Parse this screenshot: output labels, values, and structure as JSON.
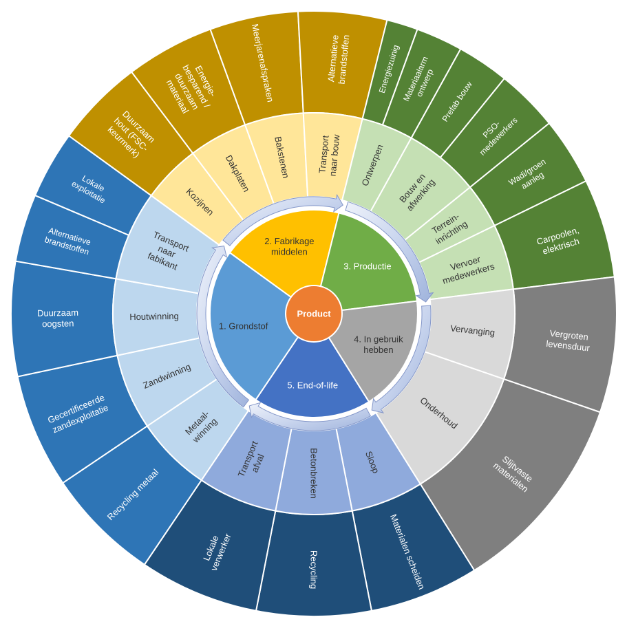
{
  "center": {
    "label": "Product",
    "color": "#ED7D31"
  },
  "phases": [
    {
      "label": "1. Grondstof",
      "colors": {
        "inner": "#5B9BD5",
        "middle": "#BDD7EE",
        "outer": "#2E75B6",
        "outer_text": "#ffffff",
        "mid_text": "#333333"
      },
      "activities": [
        {
          "label": "Metaal-\nwinning",
          "measures": [
            "Recycling metaal"
          ]
        },
        {
          "label": "Zandwinning",
          "measures": [
            "Gecertificeerde\nzandexploitatie"
          ]
        },
        {
          "label": "Houtwinning",
          "measures": [
            "Duurzaam\noogsten"
          ]
        },
        {
          "label": "Transport\nnaar\nfabikant",
          "measures": [
            "Alternatieve\nbrandstoffen",
            "Lokale\nexploitatie"
          ]
        }
      ]
    },
    {
      "label": "2. Fabrikage\nmiddelen",
      "colors": {
        "inner": "#FFC000",
        "middle": "#FFE699",
        "outer": "#BF9000",
        "outer_text": "#ffffff",
        "mid_text": "#333333"
      },
      "activities": [
        {
          "label": "Kozijnen",
          "measures": [
            "Duurzaam\nhout (FSC-\nkeurmerk)"
          ]
        },
        {
          "label": "Dakplaten",
          "measures": [
            "Energie-\nbesparend /\nduurzaam\nmateriaal"
          ]
        },
        {
          "label": "Bakstenen",
          "measures": [
            "Meerjarenafspraken"
          ]
        },
        {
          "label": "Transport\nnaar bouw",
          "measures": [
            "Alternatieve\nbrandstoffen"
          ]
        }
      ]
    },
    {
      "label": "3. Productie",
      "colors": {
        "inner": "#70AD47",
        "middle": "#C5E0B4",
        "outer": "#548235",
        "outer_text": "#ffffff",
        "mid_text": "#333333"
      },
      "activities": [
        {
          "label": "Ontwerpen",
          "measures": [
            "Energiezuinig",
            "Materiaalarm\nontwerp"
          ]
        },
        {
          "label": "Bouw en\nafwerking",
          "measures": [
            "Prefab bouw",
            "PSO-\nmedewerkers"
          ]
        },
        {
          "label": "Terrein-\ninrichting",
          "measures": [
            "Wadi/groen\naanleg"
          ]
        },
        {
          "label": "Vervoer\nmedewerkers",
          "measures": [
            "Carpoolen,\nelektrisch"
          ]
        }
      ]
    },
    {
      "label": "4. In gebruik\nhebben",
      "colors": {
        "inner": "#A5A5A5",
        "middle": "#D9D9D9",
        "outer": "#7F7F7F",
        "outer_text": "#ffffff",
        "mid_text": "#333333"
      },
      "activities": [
        {
          "label": "Vervanging",
          "measures": [
            "Vergroten\nlevensduur"
          ]
        },
        {
          "label": "Onderhoud",
          "measures": [
            "Slijtvaste\nmaterialen"
          ]
        }
      ]
    },
    {
      "label": "5. End-of-life",
      "colors": {
        "inner": "#4472C4",
        "middle": "#8FAADC",
        "outer": "#1F4E79",
        "outer_text": "#ffffff",
        "mid_text": "#333333"
      },
      "activities": [
        {
          "label": "Sloop",
          "measures": [
            "Materialen scheiden"
          ]
        },
        {
          "label": "Betonbreken",
          "measures": [
            "Recycling"
          ]
        },
        {
          "label": "Transport\nafval",
          "measures": [
            "Lokale\nverwerker"
          ]
        }
      ]
    }
  ]
}
